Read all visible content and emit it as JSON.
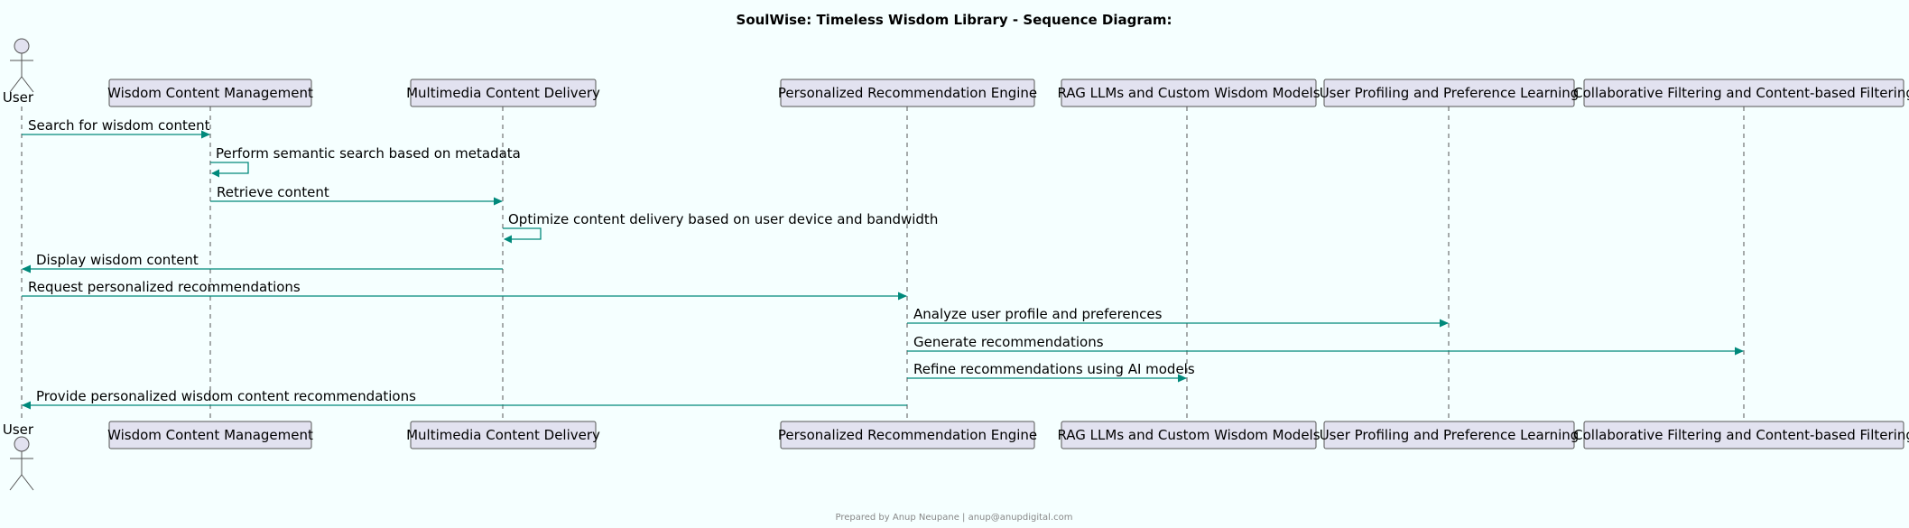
{
  "title": "SoulWise: Timeless Wisdom Library - Sequence Diagram:",
  "footer": "Prepared by Anup Neupane | anup@anupdigital.com",
  "colors": {
    "background": "#F5FFFF",
    "participant_fill": "#E2E2F0",
    "border": "#555555",
    "arrow": "#00897B"
  },
  "participants": [
    {
      "id": "user",
      "label": "User",
      "kind": "actor"
    },
    {
      "id": "wcm",
      "label": "Wisdom Content Management",
      "kind": "participant"
    },
    {
      "id": "mcd",
      "label": "Multimedia Content Delivery",
      "kind": "participant"
    },
    {
      "id": "pre",
      "label": "Personalized Recommendation Engine",
      "kind": "participant"
    },
    {
      "id": "rag",
      "label": "RAG LLMs and Custom Wisdom Models",
      "kind": "participant"
    },
    {
      "id": "upl",
      "label": "User Profiling and Preference Learning",
      "kind": "participant"
    },
    {
      "id": "cf",
      "label": "Collaborative Filtering and Content-based Filtering",
      "kind": "participant"
    }
  ],
  "messages": [
    {
      "from": "user",
      "to": "wcm",
      "label": "Search for wisdom content"
    },
    {
      "from": "wcm",
      "to": "wcm",
      "label": "Perform semantic search based on metadata"
    },
    {
      "from": "wcm",
      "to": "mcd",
      "label": "Retrieve content"
    },
    {
      "from": "mcd",
      "to": "mcd",
      "label": "Optimize content delivery based on user device and bandwidth"
    },
    {
      "from": "mcd",
      "to": "user",
      "label": "Display wisdom content"
    },
    {
      "from": "user",
      "to": "pre",
      "label": "Request personalized recommendations"
    },
    {
      "from": "pre",
      "to": "upl",
      "label": "Analyze user profile and preferences"
    },
    {
      "from": "pre",
      "to": "cf",
      "label": "Generate recommendations"
    },
    {
      "from": "pre",
      "to": "rag",
      "label": "Refine recommendations using AI models"
    },
    {
      "from": "pre",
      "to": "user",
      "label": "Provide personalized wisdom content recommendations"
    }
  ]
}
